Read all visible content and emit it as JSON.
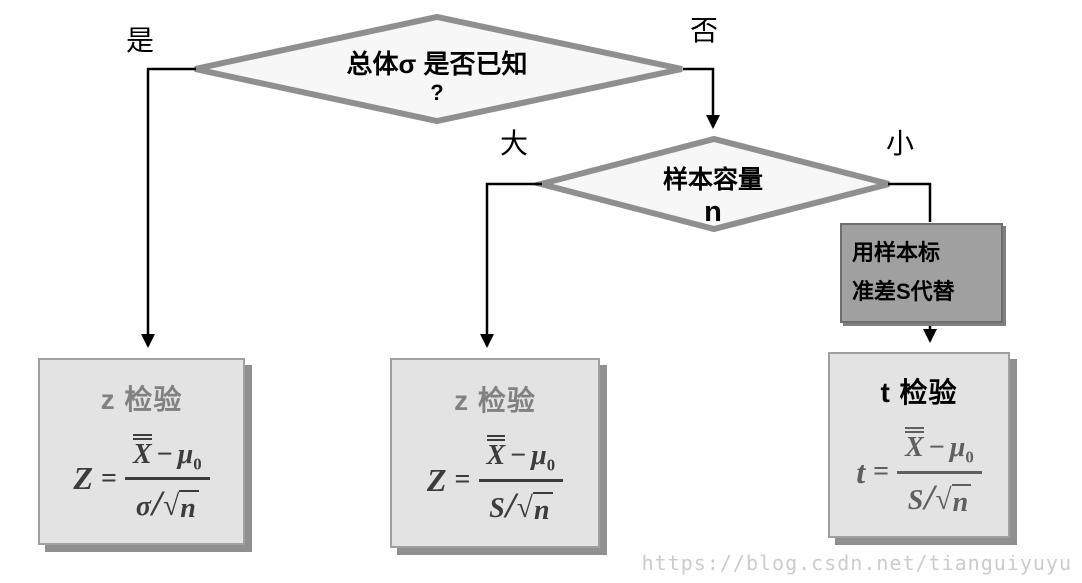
{
  "colors": {
    "diamond_fill": "#f7f7f7",
    "diamond_stroke": "#8f8f8f",
    "box_fill": "#e3e3e3",
    "box_border": "#a0a0a0",
    "box_shadow": "#909090",
    "note_fill": "#a0a0a0",
    "note_border": "#6e6e6e",
    "arrow": "#000000",
    "z_title_color": "#818181",
    "t_title_color": "#000000",
    "watermark_color": "#cccccc"
  },
  "decision1": {
    "question": "总体σ 是否已知",
    "question_mark": "?",
    "branch_yes": "是",
    "branch_no": "否"
  },
  "decision2": {
    "question": "样本容量",
    "variable": "n",
    "branch_large": "大",
    "branch_small": "小"
  },
  "note": {
    "line1": "用样本标",
    "line2": "准差S代替"
  },
  "equals": "=",
  "result_boxes": [
    {
      "title": "z 检验",
      "lhs": "Z",
      "numerator_var": "X",
      "minus": "−",
      "mu": "μ",
      "mu_sub": "0",
      "denominator_var": "σ",
      "slash": "/",
      "radical": "√",
      "radicand": "n"
    },
    {
      "title": "z 检验",
      "lhs": "Z",
      "numerator_var": "X",
      "minus": "−",
      "mu": "μ",
      "mu_sub": "0",
      "denominator_var": "S",
      "slash": "/",
      "radical": "√",
      "radicand": "n"
    },
    {
      "title": "t 检验",
      "lhs": "t",
      "numerator_var": "X",
      "minus": "−",
      "mu": "μ",
      "mu_sub": "0",
      "denominator_var": "S",
      "slash": "/",
      "radical": "√",
      "radicand": "n"
    }
  ],
  "watermark": "https://blog.csdn.net/tianguiyuyu"
}
